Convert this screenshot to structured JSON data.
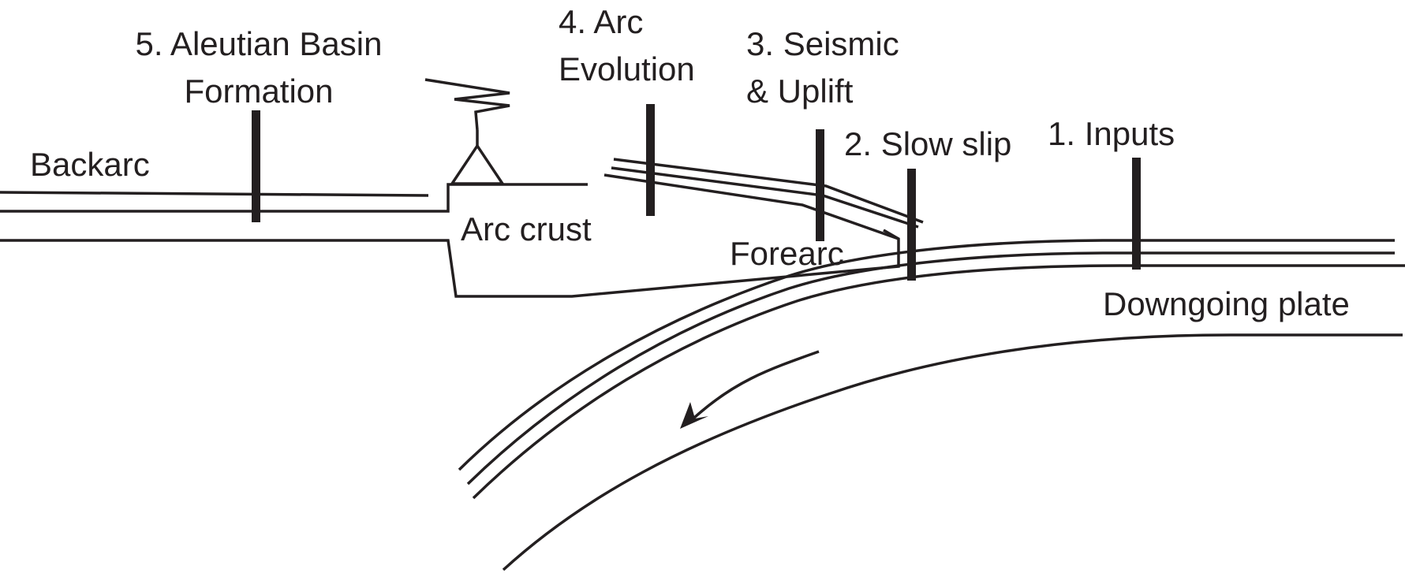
{
  "labels": {
    "backarc": "Backarc",
    "aleutian_line1": "5. Aleutian Basin",
    "aleutian_line2": "Formation",
    "arc_line1": "4. Arc",
    "arc_line2": "Evolution",
    "seismic_line1": "3.  Seismic",
    "seismic_line2": "& Uplift",
    "slow_slip": "2. Slow slip",
    "inputs": "1.  Inputs",
    "arc_crust": "Arc crust",
    "forearc": "Forearc",
    "downgoing_plate": "Downgoing plate"
  },
  "colors": {
    "stroke": "#231f20",
    "background": "#ffffff"
  }
}
